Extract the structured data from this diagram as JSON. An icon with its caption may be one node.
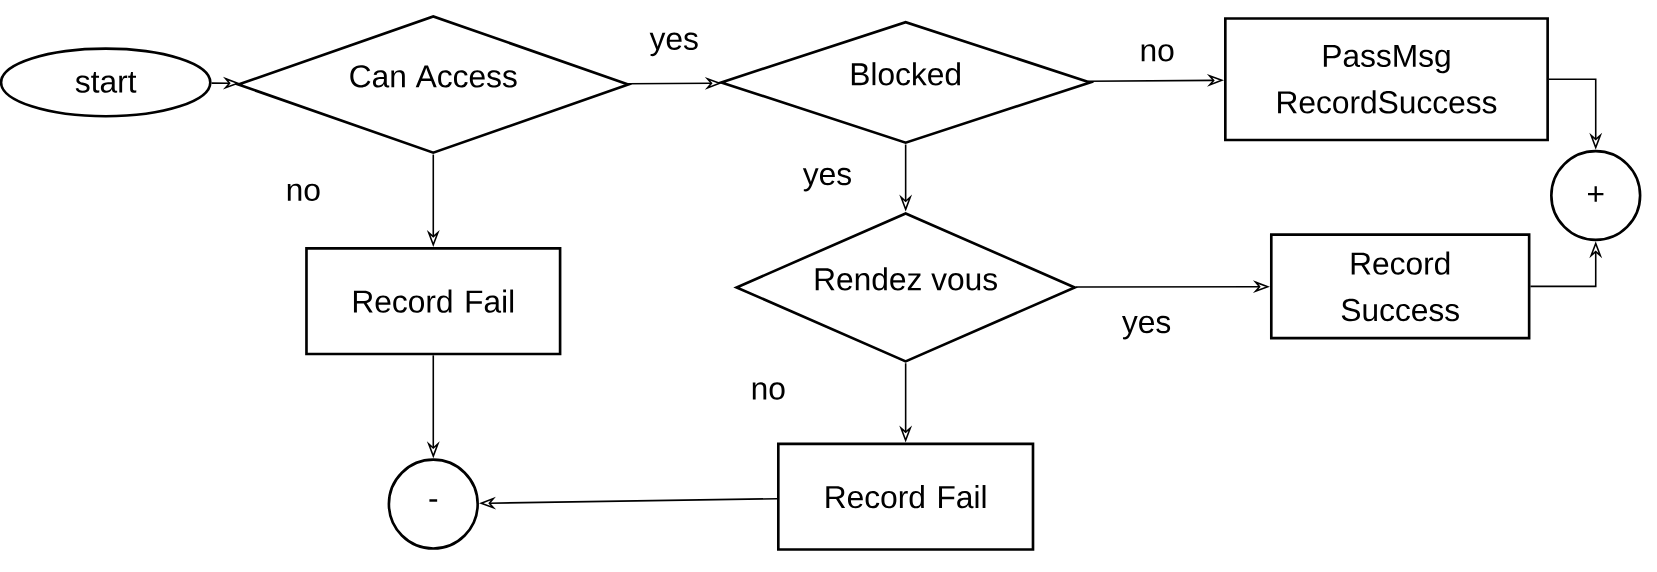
{
  "diagram": {
    "nodes": [
      {
        "text": [
          "start"
        ]
      },
      {
        "text": [
          "Can Access"
        ]
      },
      {
        "text": [
          "Blocked"
        ]
      },
      {
        "text": [
          "PassMsg RecordSuccess"
        ]
      },
      {
        "text": [
          "+"
        ]
      },
      {
        "text": [
          "Record Fail"
        ]
      },
      {
        "text": [
          "Rendez vous"
        ]
      },
      {
        "text": [
          "Record Success"
        ]
      },
      {
        "text": [
          "-"
        ]
      },
      {
        "text": [
          "Record Fail"
        ]
      }
    ],
    "edges": [
      {
        "from": 0,
        "to": 1,
        "arrow": "to"
      },
      {
        "from": 1,
        "to": 2,
        "arrow": "to",
        "label": "yes"
      },
      {
        "from": 2,
        "to": 3,
        "arrow": "to",
        "label": "no"
      },
      {
        "from": 3,
        "to": 4,
        "arrow": "to"
      },
      {
        "from": 1,
        "to": 5,
        "arrow": "to",
        "label": "no"
      },
      {
        "from": 2,
        "to": 6,
        "arrow": "to",
        "label": "yes"
      },
      {
        "from": 6,
        "to": 7,
        "arrow": "to",
        "label": "yes"
      },
      {
        "from": 7,
        "to": 4,
        "arrow": "to"
      },
      {
        "from": 5,
        "to": 8,
        "arrow": "to"
      },
      {
        "from": 9,
        "to": 8,
        "arrow": "to"
      },
      {
        "from": 6,
        "to": 9,
        "arrow": "to",
        "label": "no"
      }
    ]
  }
}
